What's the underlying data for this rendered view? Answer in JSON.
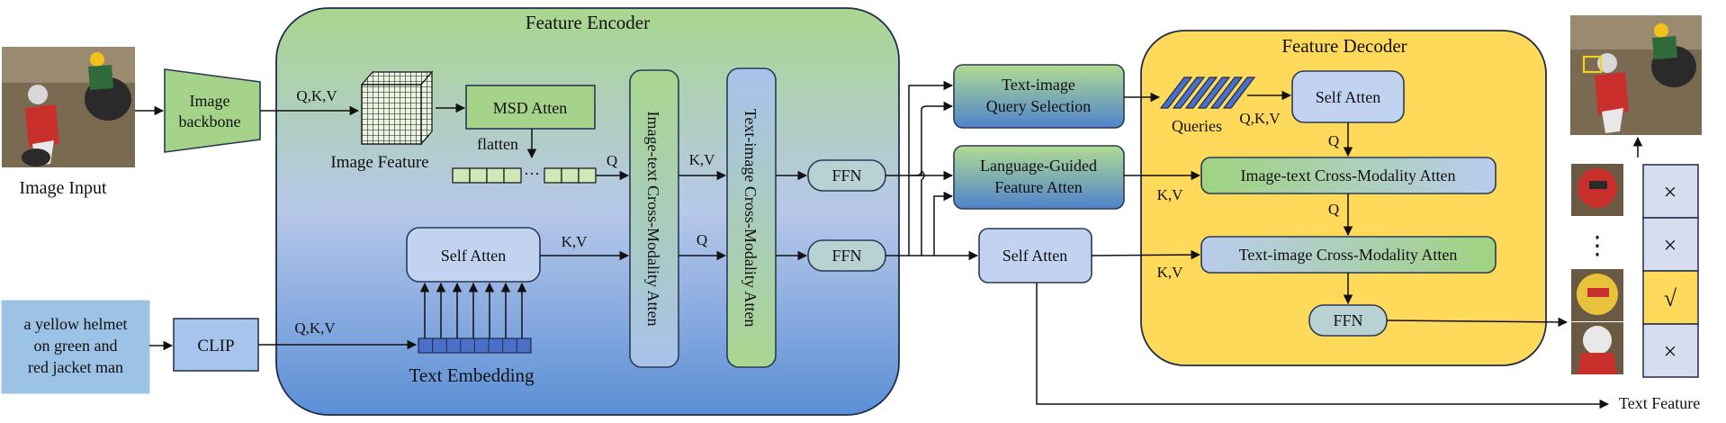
{
  "encoder": {
    "title": "Feature Encoder"
  },
  "decoder": {
    "title": "Feature Decoder"
  },
  "inputs": {
    "image_label": "Image Input",
    "text_lines": [
      "a yellow helmet",
      "on green and",
      "red jacket man"
    ]
  },
  "modules": {
    "image_backbone": [
      "Image",
      "backbone"
    ],
    "clip": "CLIP",
    "image_feature": "Image Feature",
    "msd_atten": "MSD Atten",
    "flatten": "flatten",
    "enc_self_atten": "Self Atten",
    "text_embedding": "Text Embedding",
    "img_text_cross": "Image-text Cross-Modality Atten",
    "text_img_cross": "Text-image Cross-Modality Atten",
    "ffn": "FFN",
    "query_selection": [
      "Text-image",
      "Query Selection"
    ],
    "language_guided": [
      "Language-Guided",
      "Feature Atten"
    ],
    "mid_self_atten": "Self Atten",
    "queries": "Queries",
    "dec_self_atten": "Self Atten",
    "dec_img_text": "Image-text Cross-Modality Atten",
    "dec_text_img": "Text-image Cross-Modality Atten",
    "dec_ffn": "FFN",
    "text_feature": "Text Feature"
  },
  "labels": {
    "qkv": "Q,K,V",
    "kv": "K,V",
    "q": "Q",
    "ellipsis": "···",
    "vdots": "⋮"
  },
  "results": [
    "×",
    "×",
    "√",
    "×"
  ],
  "colors": {
    "green": "#a6d38a",
    "blue": "#b9c9ec",
    "yellow": "#ffd95a",
    "dark_blue": "#4a6fc8"
  }
}
